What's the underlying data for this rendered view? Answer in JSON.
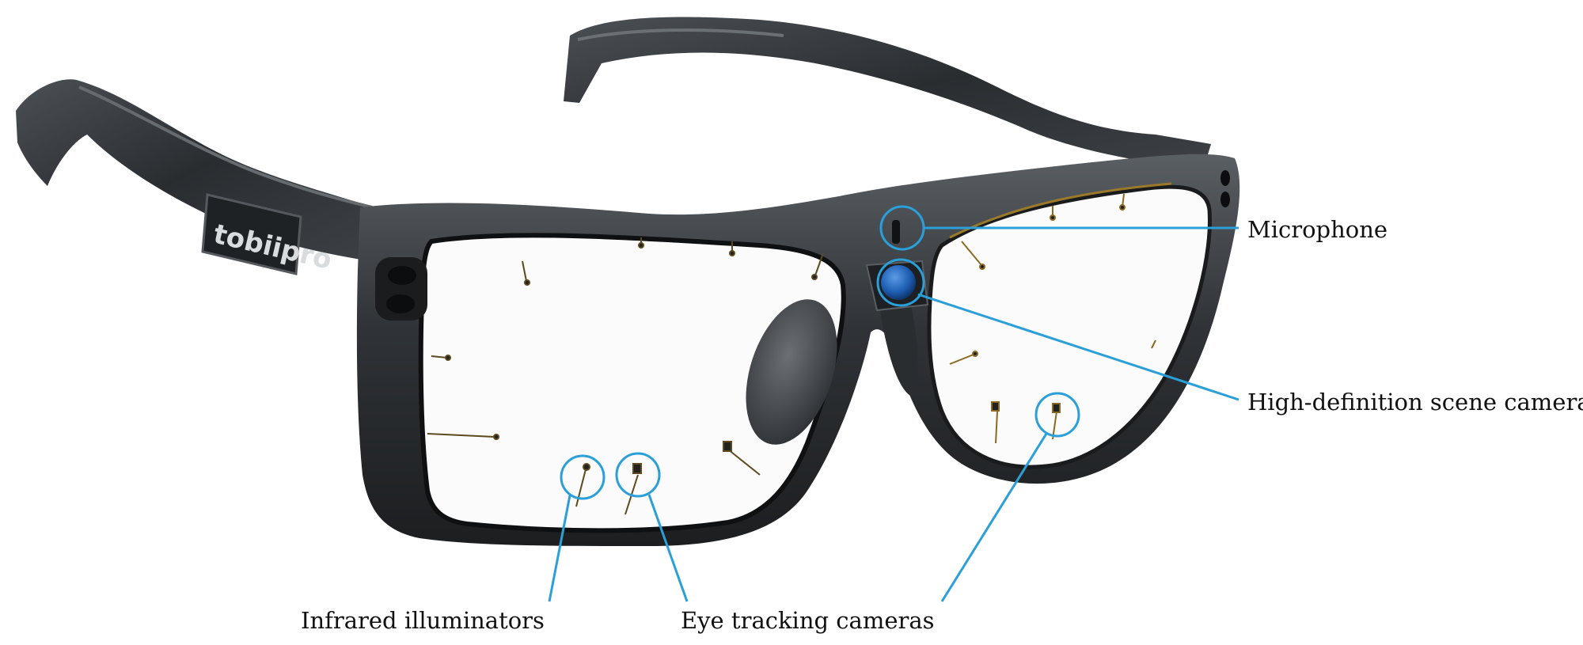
{
  "product": {
    "logo_text": "tobiipro"
  },
  "callouts": {
    "microphone": "Microphone",
    "scene_camera": "High-definition scene camera",
    "infrared_illuminators": "Infrared illuminators",
    "eye_tracking_cameras": "Eye tracking cameras"
  },
  "colors": {
    "callout_line": "#2a9fd8",
    "frame_dark": "#2b2e31",
    "frame_mid": "#4a4f54",
    "lens_highlight": "#f6f7f8",
    "camera_blue": "#1e5fb4"
  }
}
